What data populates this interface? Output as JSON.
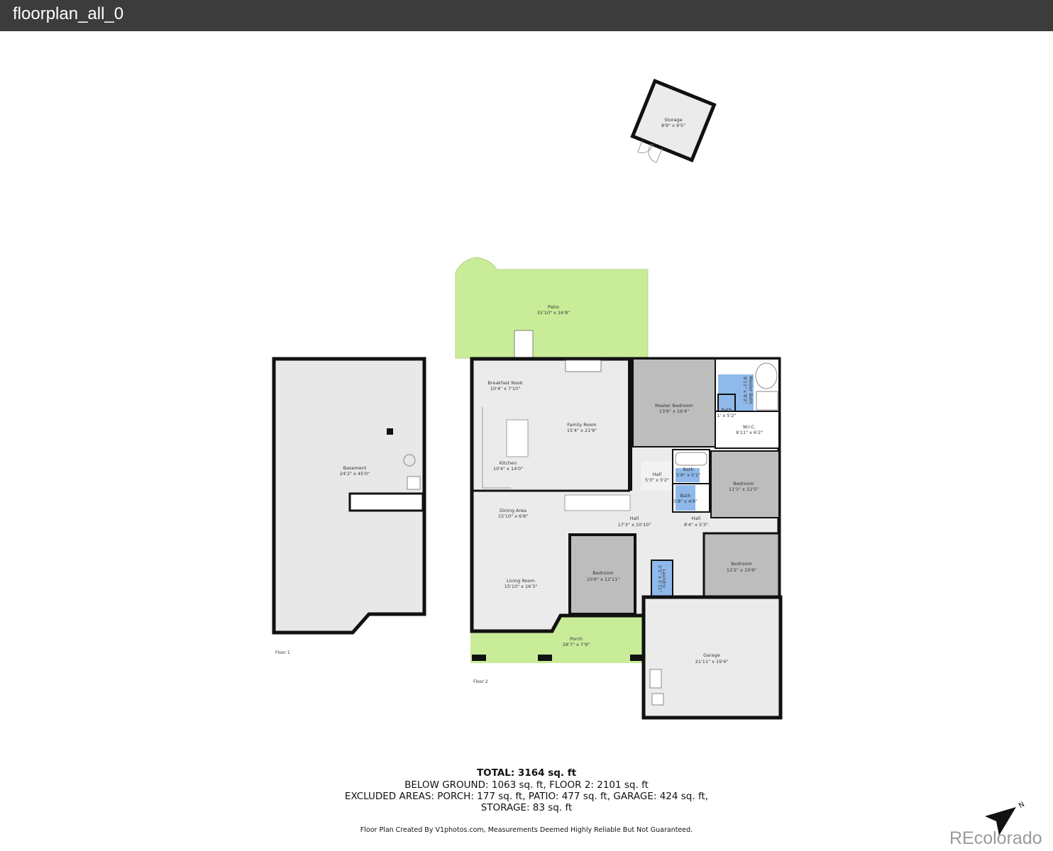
{
  "window": {
    "title": "floorplan_all_0"
  },
  "rooms": {
    "storage": {
      "name": "Storage",
      "dims": "8'9\" x 9'5\""
    },
    "patio": {
      "name": "Patio",
      "dims": "31'10\" x 16'8\""
    },
    "basement": {
      "name": "Basement",
      "dims": "24'2\" x 45'0\""
    },
    "breakfast_nook": {
      "name": "Breakfast Nook",
      "dims": "10'4\" x 7'10\""
    },
    "family_room": {
      "name": "Family Room",
      "dims": "15'4\" x 21'9\""
    },
    "kitchen": {
      "name": "Kitchen",
      "dims": "10'4\" x 14'0\""
    },
    "master_bedroom": {
      "name": "Master Bedroom",
      "dims": "13'6\" x 16'4\""
    },
    "master_bath": {
      "name": "Master Bath",
      "dims": "9'11\" x 8'2\""
    },
    "bath_master_wc": {
      "name": "Bath",
      "dims": "1' x 5'2\""
    },
    "wic": {
      "name": "W.I.C.",
      "dims": "9'11\" x 6'2\""
    },
    "hall_small": {
      "name": "Hall",
      "dims": "5'3\" x 5'2\""
    },
    "bath_1": {
      "name": "Bath",
      "dims": "5'8\" x 5'1\""
    },
    "bath_2": {
      "name": "Bath",
      "dims": "5'8\" x 4'6\""
    },
    "bedroom_1": {
      "name": "Bedroom",
      "dims": "11'1\" x 12'5\""
    },
    "dining_area": {
      "name": "Dining Area",
      "dims": "15'10\" x 6'8\""
    },
    "hall_main": {
      "name": "Hall",
      "dims": "17'3\" x 10'10\""
    },
    "hall_east": {
      "name": "Hall",
      "dims": "8'4\" x 5'3\""
    },
    "living_room": {
      "name": "Living Room",
      "dims": "15'10\" x 16'3\""
    },
    "bedroom_2": {
      "name": "Bedroom",
      "dims": "10'6\" x 12'11\""
    },
    "laundry": {
      "name": "Laundry",
      "dims": "5'5\" x 5'11\""
    },
    "bedroom_3": {
      "name": "Bedroom",
      "dims": "12'2\" x 10'8\""
    },
    "porch": {
      "name": "Porch",
      "dims": "28'7\" x 7'9\""
    },
    "garage": {
      "name": "Garage",
      "dims": "21'11\" x 19'4\""
    }
  },
  "floors": {
    "floor1": "Floor 1",
    "floor2": "Floor 2"
  },
  "summary": {
    "total": "TOTAL: 3164 sq. ft",
    "line1": "BELOW GROUND: 1063 sq. ft, FLOOR 2: 2101 sq. ft",
    "line2": "EXCLUDED AREAS: PORCH: 177 sq. ft, PATIO: 477 sq. ft, GARAGE: 424 sq. ft,",
    "line3": "STORAGE: 83 sq. ft",
    "credit": "Floor Plan Created By V1photos.com, Measurements Deemed Highly Reliable But Not Guaranteed."
  },
  "compass": {
    "label": "N",
    "icon": "north-arrow-icon"
  },
  "watermark": "REcolorado",
  "colors": {
    "room": "#ebebeb",
    "bedroom": "#bdbdbd",
    "bath": "#8fb9ea",
    "outdoor": "#c9ec99",
    "wall": "#111111"
  }
}
